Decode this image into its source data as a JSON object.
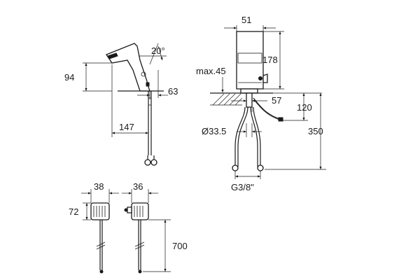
{
  "labels": {
    "dim_51": "51",
    "dim_20deg": "20°",
    "dim_178": "178",
    "dim_94": "94",
    "dim_max45": "max.45",
    "dim_63": "63",
    "dim_57": "57",
    "dim_120": "120",
    "dim_147": "147",
    "dim_350": "350",
    "dim_33_5": "Ø33.5",
    "dim_g38": "G3/8\"",
    "dim_38": "38",
    "dim_36": "36",
    "dim_72": "72",
    "dim_700": "700"
  },
  "colors": {
    "line": "#1a1a1a",
    "background": "#ffffff"
  }
}
